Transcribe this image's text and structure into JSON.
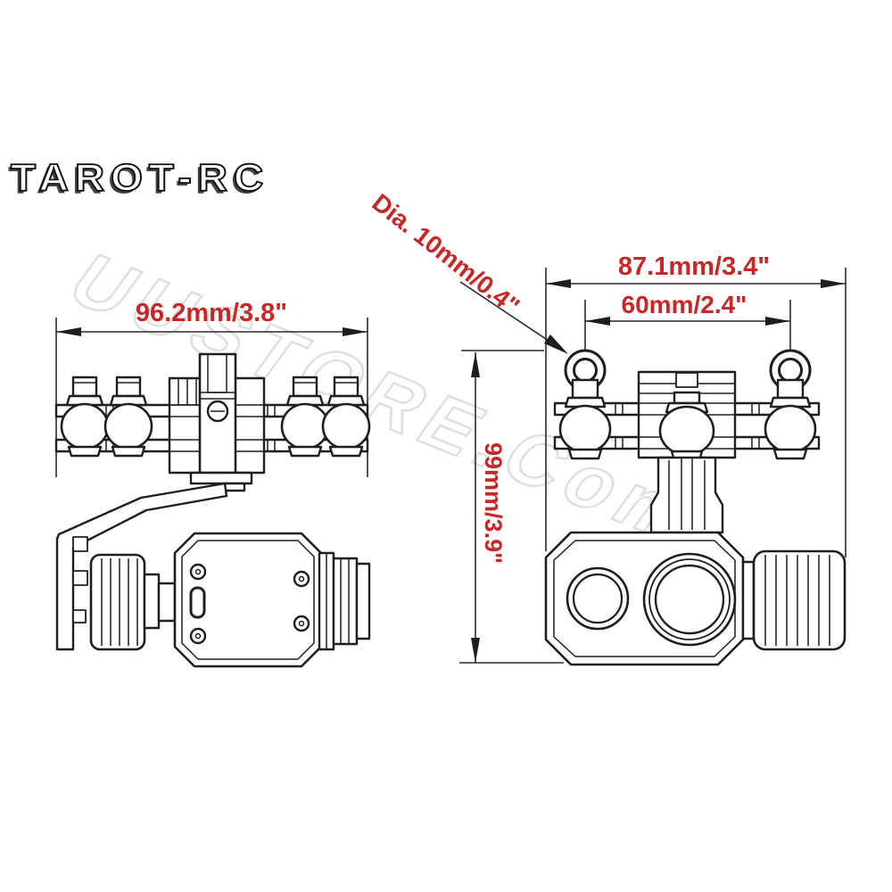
{
  "branding": {
    "logo_text": "TAROT-RC",
    "watermark_text": "UUSTORE.Com"
  },
  "colors": {
    "dimension_red": "#c72727",
    "line_color": "#1e1e1e",
    "background": "#ffffff",
    "watermark_gray": "#b2b2b2"
  },
  "dimensions": {
    "side_width": "96.2mm/3.8\"",
    "front_width": "87.1mm/3.4\"",
    "hook_spacing": "60mm/2.4\"",
    "height": "99mm/3.9\"",
    "damper_diameter": "Dia. 10mm/0.4\""
  },
  "drawings": {
    "side_view": "gimbal camera side view with damper plate, L-arm, roll motor and camera body",
    "front_view": "gimbal camera front view with damper plate, hooks, yaw neck, dual-lens camera and pitch motor"
  }
}
